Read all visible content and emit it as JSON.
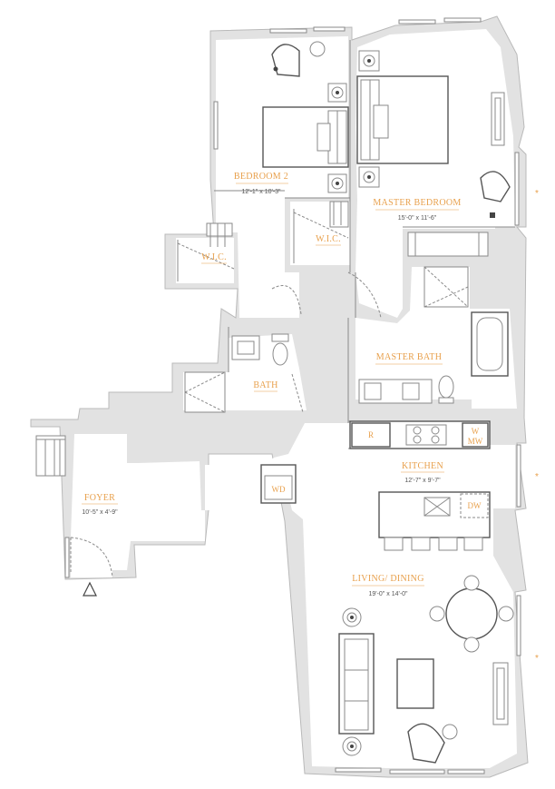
{
  "colors": {
    "accent": "#e8a04c",
    "wall": "#e2e2e2",
    "line": "#8a8a8a"
  },
  "rooms": {
    "bedroom2": {
      "name": "BEDROOM 2",
      "dim": "12'-1\" x 10'-3\""
    },
    "master_bedroom": {
      "name": "MASTER BEDROOM",
      "dim": "15'-0\" x 11'-6\""
    },
    "wic_left": {
      "name": "W.I.C."
    },
    "wic_center": {
      "name": "W.I.C."
    },
    "master_bath": {
      "name": "MASTER BATH"
    },
    "bath": {
      "name": "BATH"
    },
    "kitchen": {
      "name": "KITCHEN",
      "dim": "12'-7\" x 9'-7\""
    },
    "foyer": {
      "name": "FOYER",
      "dim": "10'-5\" x 4'-9\""
    },
    "living_dining": {
      "name": "LIVING/ DINING",
      "dim": "19'-0\" x 14'-0\""
    }
  },
  "appliances": {
    "refrigerator": "R",
    "wall_oven_w": "W",
    "microwave_mw": "MW",
    "dishwasher": "DW",
    "washer_dryer": "WD"
  },
  "window_marks": [
    "*",
    "*",
    "*"
  ],
  "icons": {
    "entry": "entry-triangle-icon"
  }
}
